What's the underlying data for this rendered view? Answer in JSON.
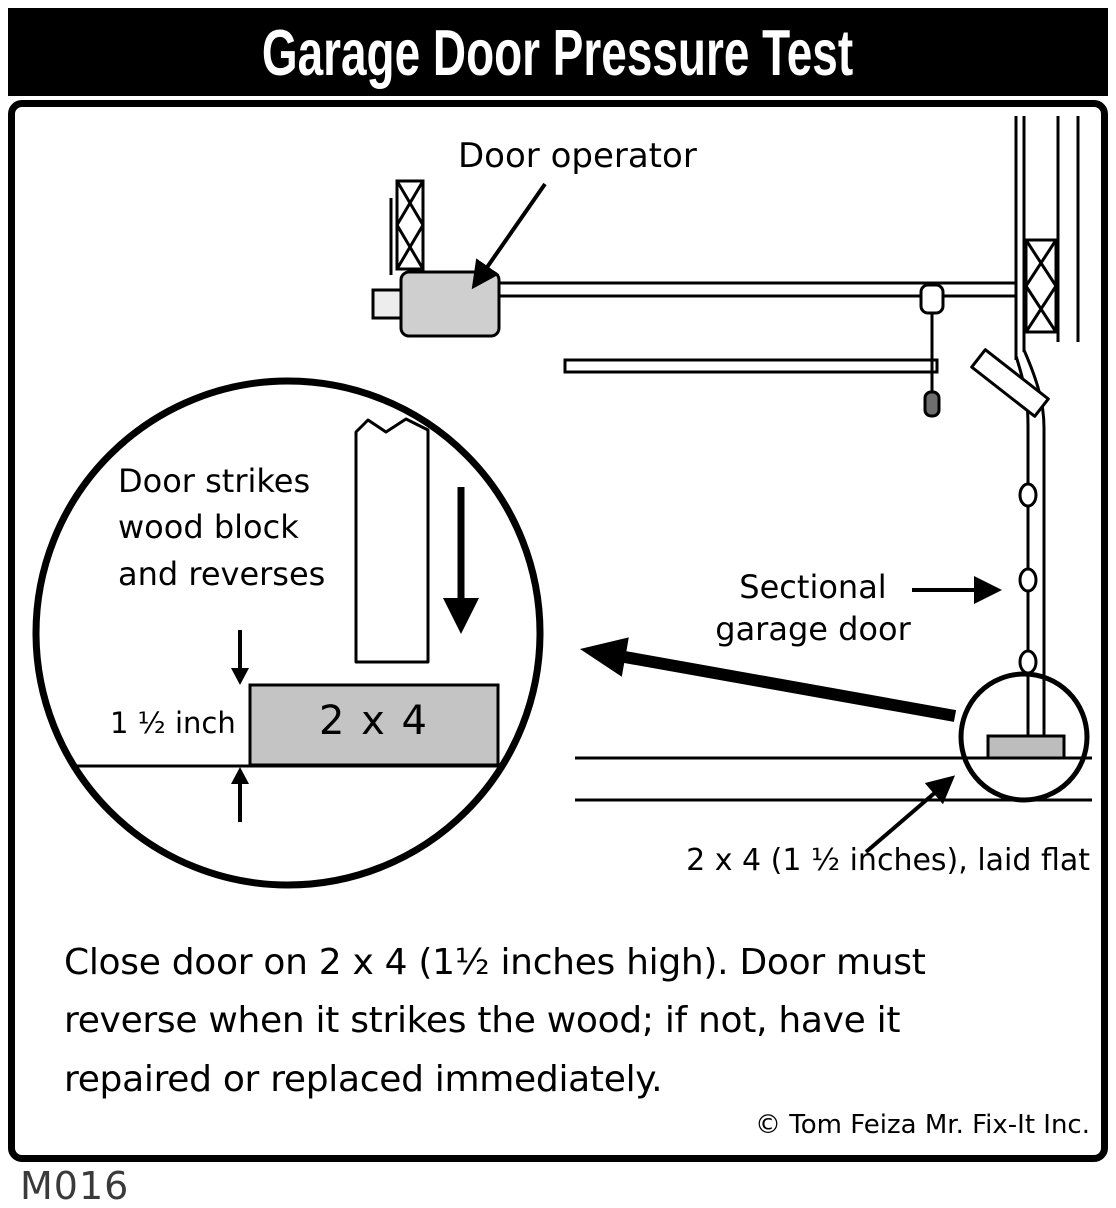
{
  "title": "Garage Door Pressure Test",
  "labels": {
    "door_operator": "Door operator",
    "sectional": [
      "Sectional",
      "garage door"
    ],
    "laid_flat": "2 x 4 (1 ½ inches), laid flat"
  },
  "inset": {
    "note": [
      "Door strikes",
      "wood block",
      "and reverses"
    ],
    "height": "1 ½ inch",
    "block": "2 x 4"
  },
  "caption": [
    "Close door on 2 x 4 (1½ inches high).  Door must",
    "reverse when it strikes the wood; if not, have it",
    "repaired or replaced immediately."
  ],
  "credit": "© Tom Feiza Mr. Fix-It Inc.",
  "figure_id": "M016",
  "colors": {
    "ink": "#000000",
    "gray_fill": "#c4c4c4",
    "banner": "#000000",
    "paper": "#ffffff"
  }
}
